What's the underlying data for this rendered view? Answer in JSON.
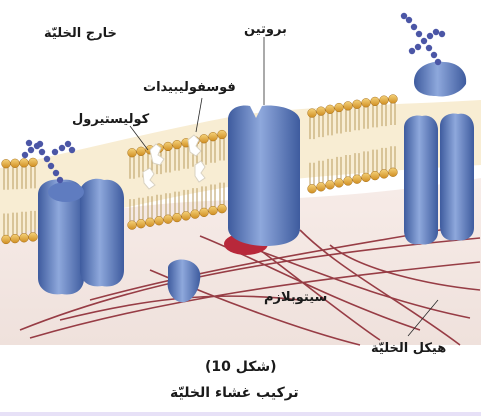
{
  "labels": {
    "outside_cell": "خارج الخليّة",
    "protein": "بروتين",
    "phospholipids": "فوسفوليبيدات",
    "cholesterol": "كوليستيرول",
    "cytoplasm": "سيتوبلازم",
    "cytoskeleton": "هيكل الخليّة",
    "figure_number": "(شكل 10)",
    "caption": "تركيب غشاء الخليّة"
  },
  "colors": {
    "protein": "#4f6fb3",
    "protein_light": "#8ea8dc",
    "phospholipid_head": "#e2a73a",
    "membrane_interior": "#f6e7c9",
    "cytoskeleton": "#8e2b35",
    "sugar_chain": "#4b56a6",
    "background_band": "#f2e8e4"
  }
}
